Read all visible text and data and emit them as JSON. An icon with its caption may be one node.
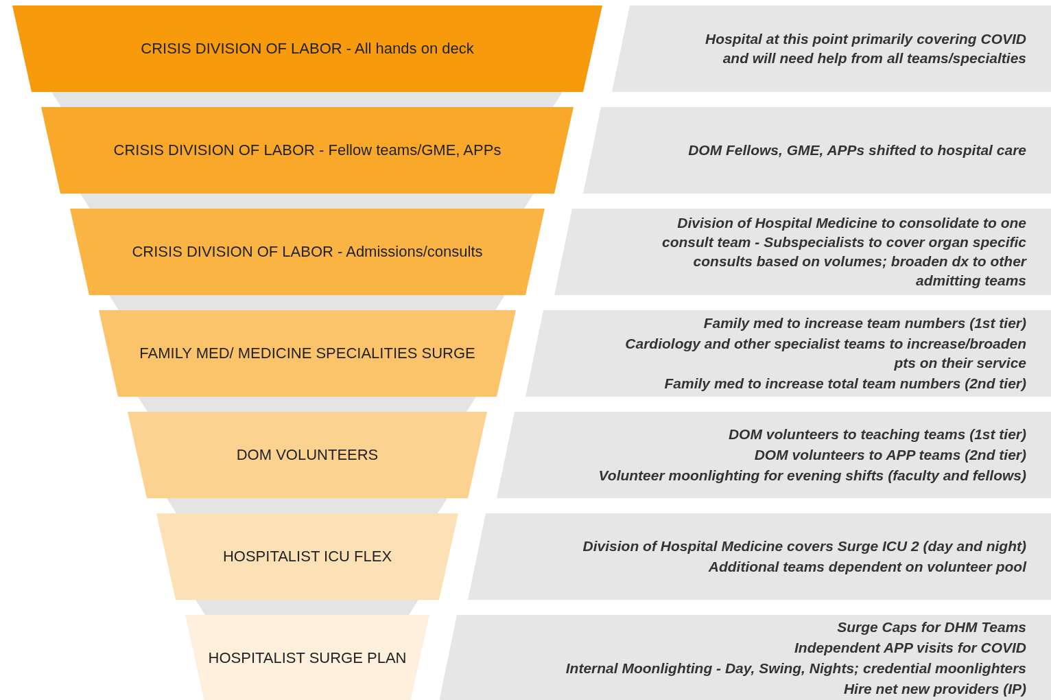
{
  "diagram": {
    "nodes": [
      {
        "text": [
          "CRISIS DIVISION OF LABOR - All hands on deck"
        ]
      },
      {
        "text": [
          "Hospital at this point primarily covering COVID and will need help from all teams/specialties"
        ]
      },
      {
        "text": [
          "CRISIS DIVISION OF LABOR - Fellow teams/GME, APPs"
        ]
      },
      {
        "text": [
          "DOM Fellows, GME, APPs shifted to hospital care"
        ]
      },
      {
        "text": [
          "CRISIS DIVISION OF LABOR - Admissions/consults"
        ]
      },
      {
        "text": [
          "Division of Hospital Medicine to consolidate to one consult team - Subspecialists to cover organ specific consults based on volumes; broaden dx to other admitting teams"
        ]
      },
      {
        "text": [
          "FAMILY MED/ MEDICINE SPECIALITIES SURGE"
        ]
      },
      {
        "text": [
          "Family med to increase team numbers (1st tier)",
          "Cardiology and other specialist teams to increase/broaden pts on their service",
          "Family med to increase total team numbers (2nd tier)"
        ]
      },
      {
        "text": [
          "DOM VOLUNTEERS"
        ]
      },
      {
        "text": [
          "DOM volunteers to teaching teams (1st tier)",
          "DOM volunteers to APP teams (2nd tier)",
          "Volunteer moonlighting for evening shifts (faculty and fellows)"
        ]
      },
      {
        "text": [
          "HOSPITALIST ICU FLEX"
        ]
      },
      {
        "text": [
          "Division of Hospital Medicine covers Surge ICU 2 (day and night)",
          "Additional teams dependent on volunteer pool"
        ]
      },
      {
        "text": [
          "HOSPITALIST SURGE PLAN"
        ]
      },
      {
        "text": [
          "Surge Caps for DHM Teams",
          "Independent APP visits for COVID",
          "Internal Moonlighting - Day, Swing, Nights; credential moonlighters",
          "Hire net new providers (IP)"
        ]
      }
    ]
  }
}
